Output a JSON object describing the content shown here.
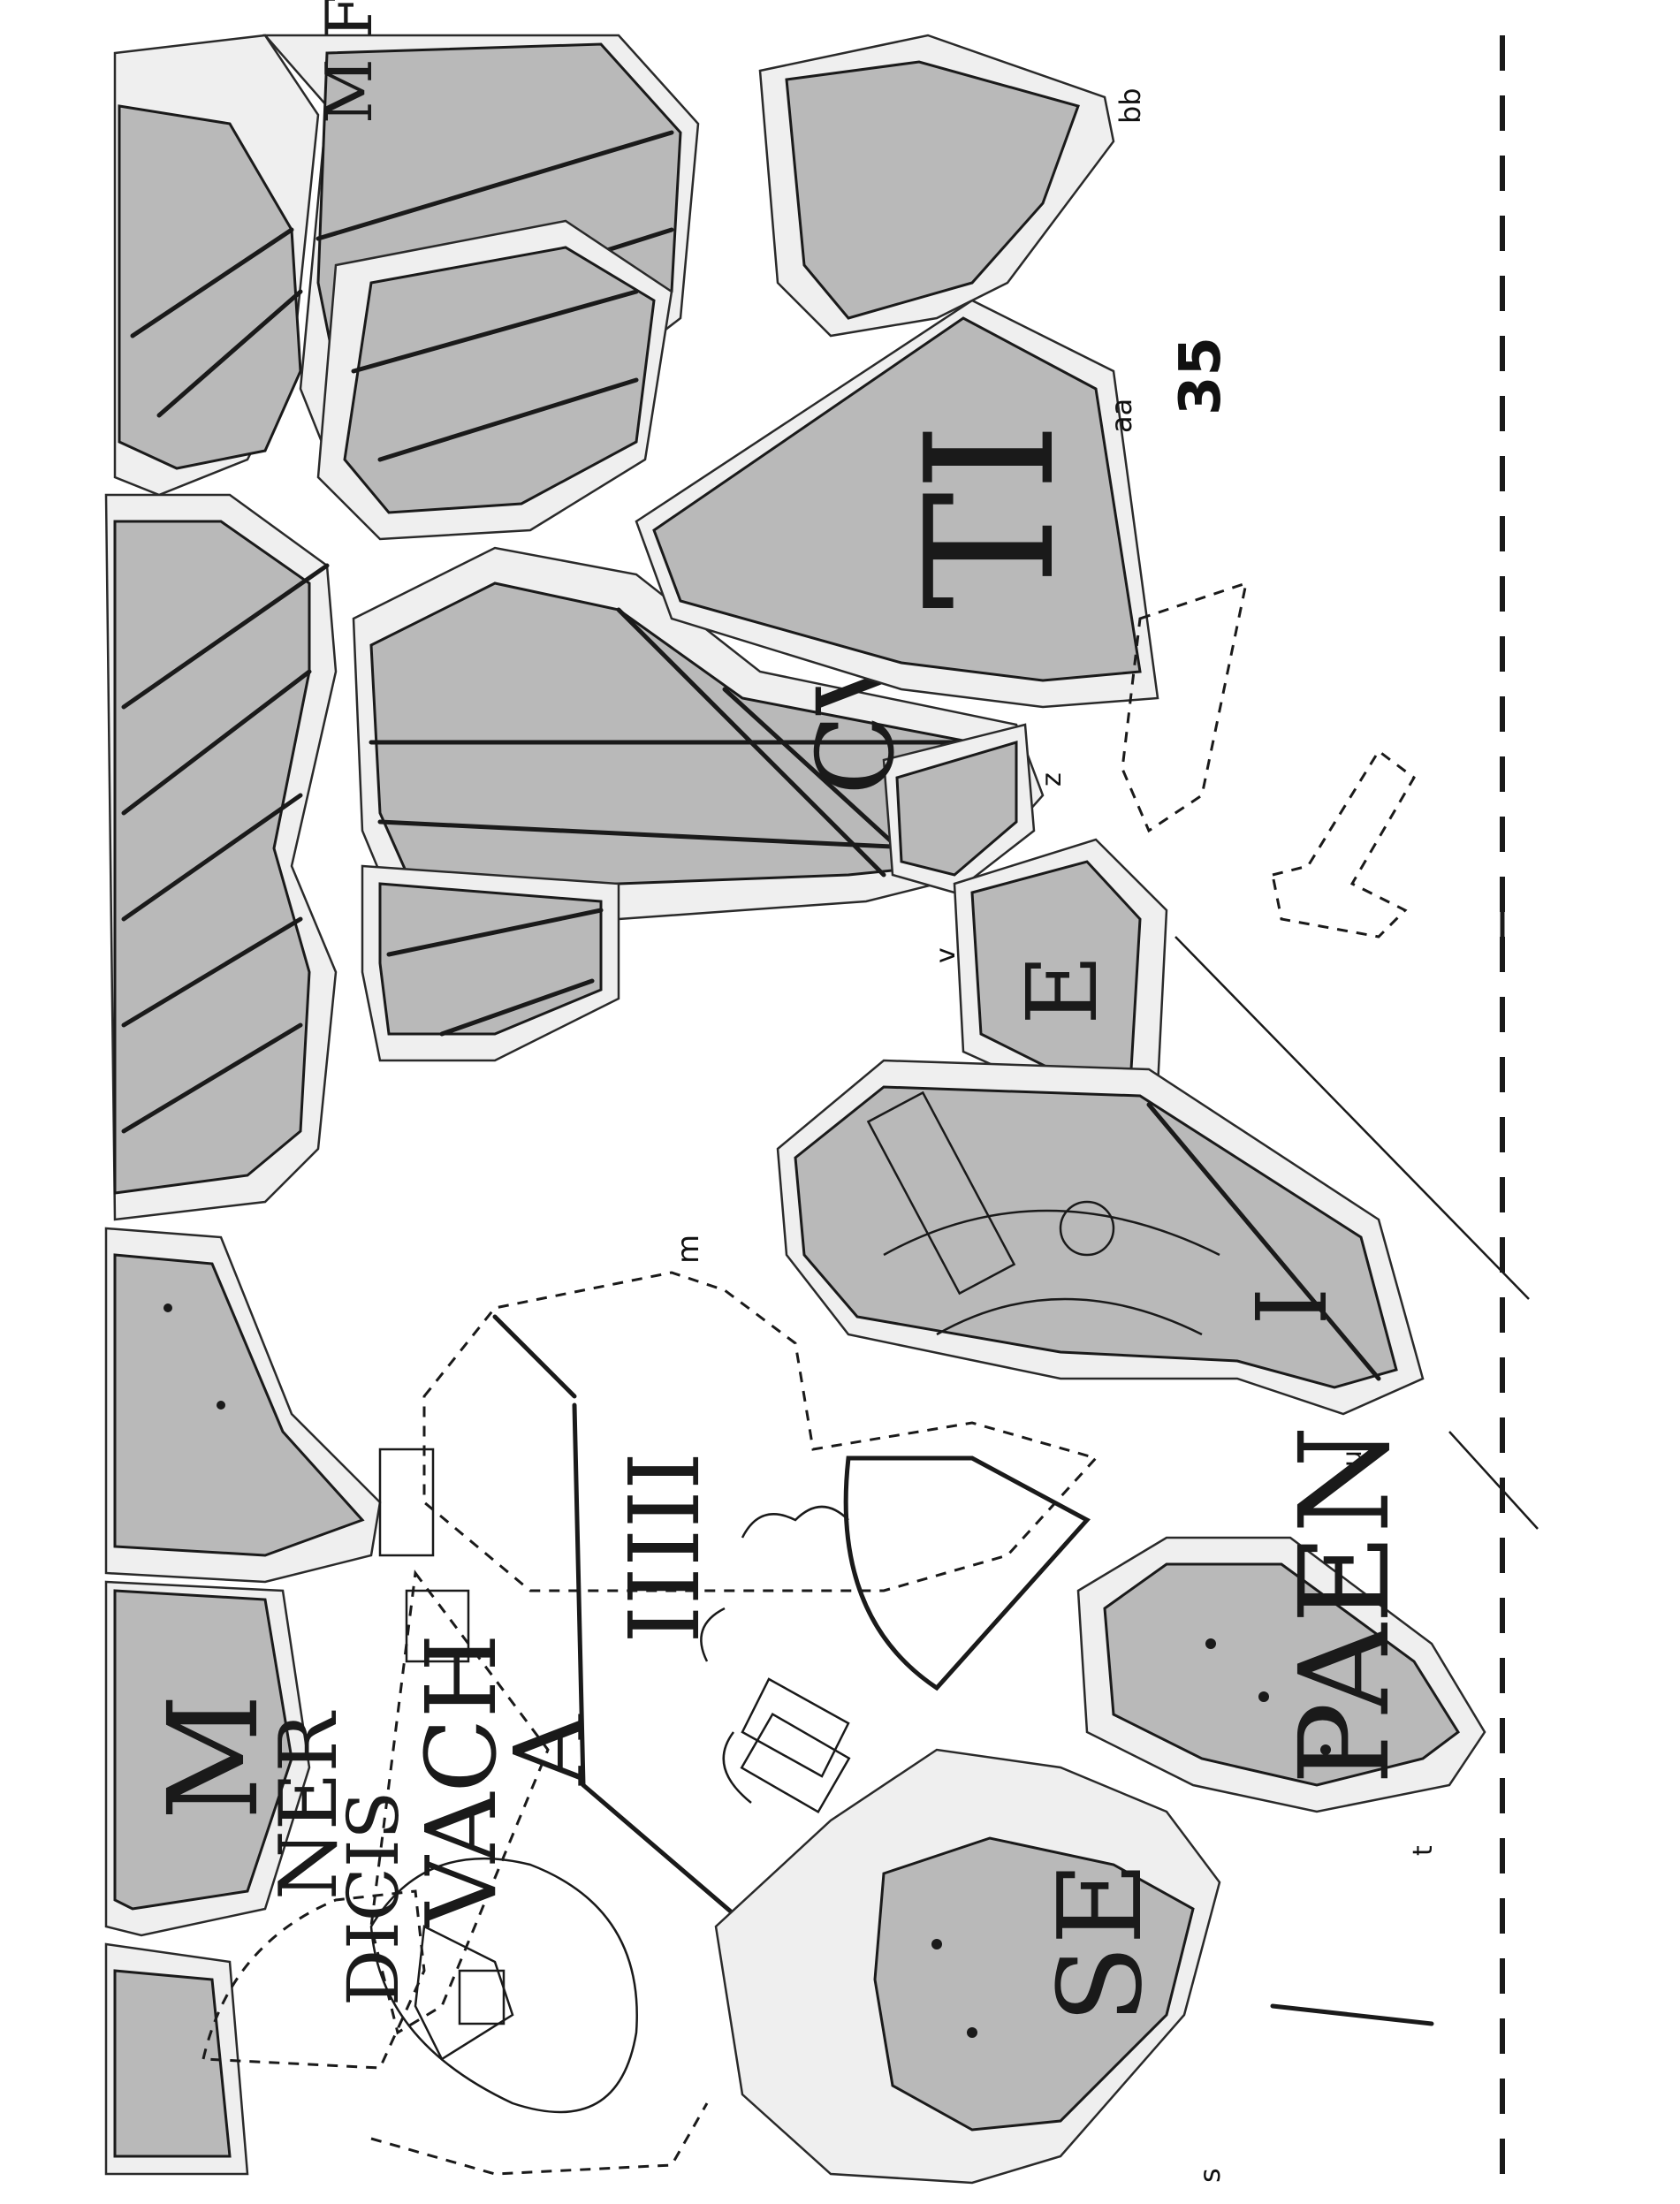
{
  "plate_number": "35",
  "fragment_labels": {
    "bb": "bb",
    "aa": "aa",
    "z": "z",
    "v": "v",
    "u": "u",
    "t": "t",
    "s": "s",
    "m": "m"
  },
  "engraved_text": {
    "top_fragment": "M F",
    "fragment_aa": "TI",
    "fragment_z": "CVL",
    "fragment_v": "E",
    "fragment_u": "I",
    "numeral": "IIIII",
    "vacha": "VACH",
    "vacha_a": "A",
    "ner": "NER",
    "dicis": "DICIS",
    "fragment_t": "PAEN",
    "fragment_s": "SE",
    "far_left": "M"
  }
}
